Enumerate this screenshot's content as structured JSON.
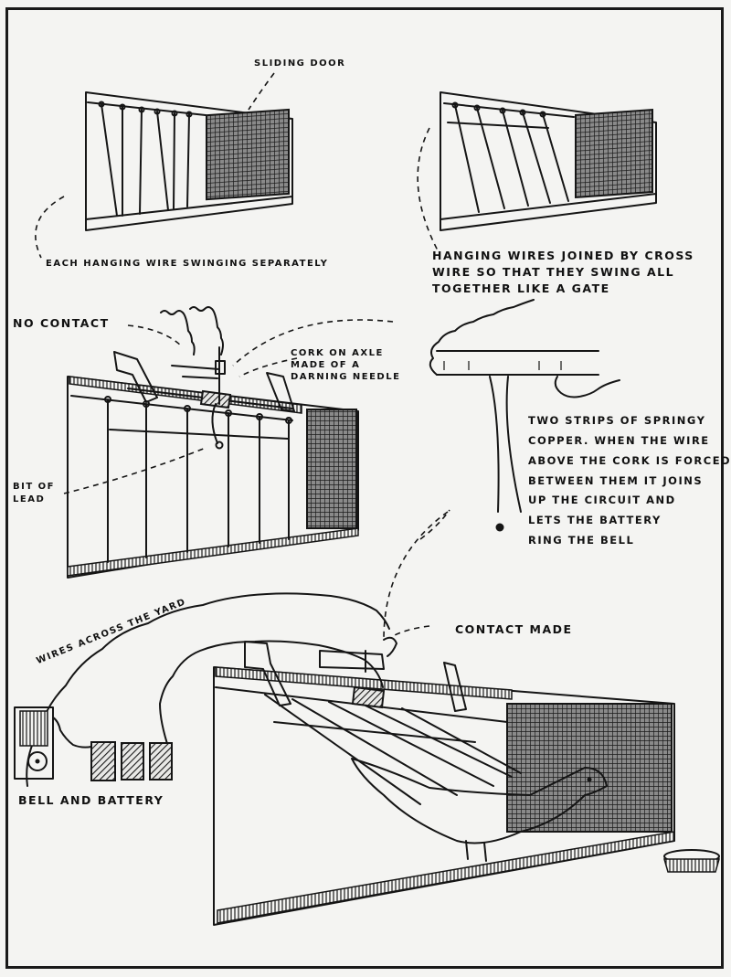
{
  "figure": {
    "title": "Pigeon trap bob-wire alarm illustration",
    "panels": [
      {
        "id": "individual-wires",
        "caption": "Each hanging wire swinging separately"
      },
      {
        "id": "joined-wires",
        "caption": "Hanging wires joined by cross wire so that they swing all together like a gate"
      },
      {
        "id": "axle-detail",
        "caption": "Cork on axle made of a darning needle"
      },
      {
        "id": "copper-strips",
        "caption": "Two strips of springy copper"
      },
      {
        "id": "trap-with-pigeon",
        "caption": "Contact made"
      }
    ]
  },
  "labels": {
    "sliding_door": "SLIDING DOOR",
    "each_wire": "EACH HANGING WIRE SWINGING SEPARATELY",
    "joined_wires": "HANGING WIRES JOINED BY CROSS\nWIRE SO THAT THEY SWING ALL\nTOGETHER LIKE A GATE",
    "no_contact": "NO CONTACT",
    "cork_axle": "CORK ON AXLE\nMADE OF A\nDARNING NEEDLE",
    "bit_of_lead": "BIT OF\nLEAD",
    "copper_strips": "TWO STRIPS OF SPRINGY\nCOPPER. WHEN THE WIRE\nABOVE THE CORK IS FORCED\nBETWEEN THEM IT JOINS\nUP THE CIRCUIT AND\nLETS THE BATTERY\nRING THE BELL",
    "wires_across_yard": "WIRES ACROSS THE YARD",
    "contact_made": "CONTACT MADE",
    "bell_and_battery": "BELL AND BATTERY"
  }
}
